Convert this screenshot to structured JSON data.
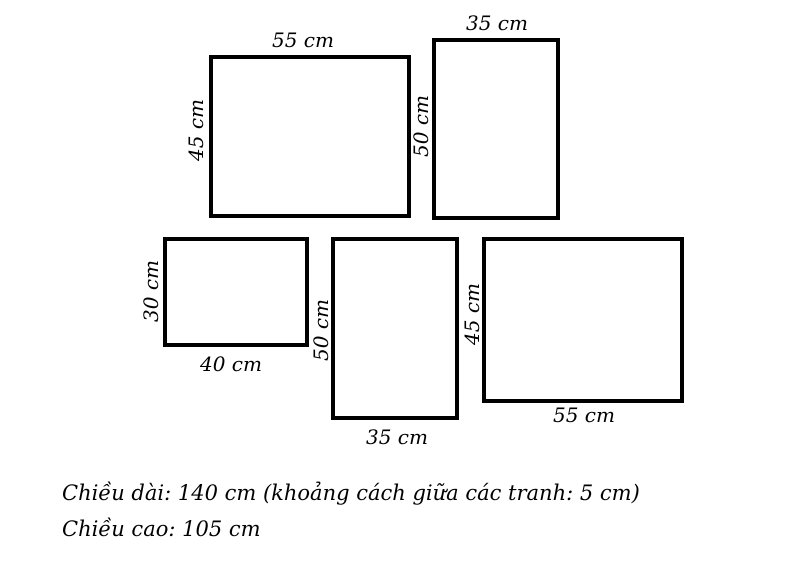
{
  "frames": [
    {
      "id": "f1",
      "width_label": "55 cm",
      "height_label": "45 cm"
    },
    {
      "id": "f2",
      "width_label": "35 cm",
      "height_label": "50 cm"
    },
    {
      "id": "f3",
      "width_label": "40 cm",
      "height_label": "30 cm"
    },
    {
      "id": "f4",
      "width_label": "35 cm",
      "height_label": "50 cm"
    },
    {
      "id": "f5",
      "width_label": "55 cm",
      "height_label": "45 cm"
    }
  ],
  "summary": {
    "length": "Chiều dài: 140 cm (khoảng cách giữa các tranh: 5 cm)",
    "height": "Chiều cao: 105 cm"
  },
  "colors": {
    "line": "#000000",
    "background": "#ffffff"
  }
}
